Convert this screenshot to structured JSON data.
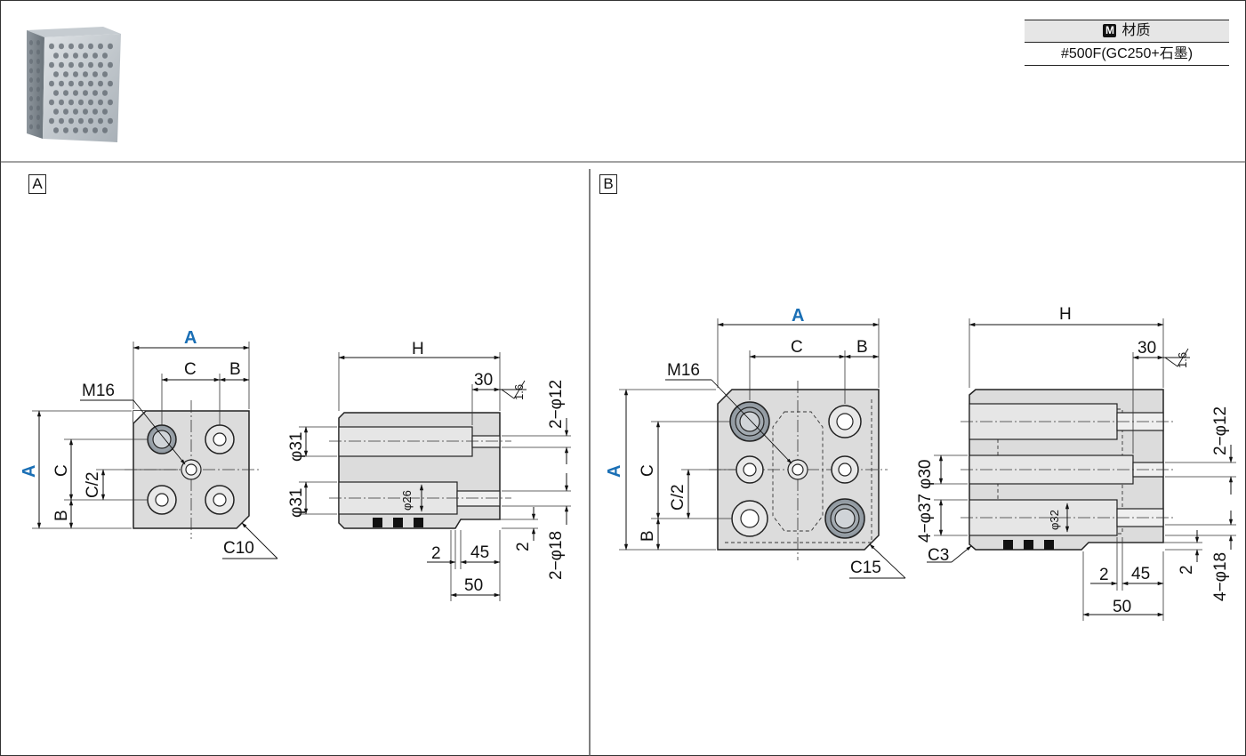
{
  "material": {
    "badge": "M",
    "header": "材质",
    "value": "#500F(GC250+石墨)"
  },
  "panelA": {
    "label": "A",
    "front": {
      "A": "A",
      "B": "B",
      "C": "C",
      "C2": "C/2",
      "thread": "M16",
      "chamfer": "C10"
    },
    "side": {
      "H": "H",
      "d31a": "φ31",
      "d31b": "φ31",
      "d26": "φ26",
      "d12": "2−φ12",
      "d18": "2−φ18",
      "v30": "30",
      "v2": "2",
      "v45": "45",
      "v50": "50",
      "v2b": "2",
      "rough": "1.6"
    }
  },
  "panelB": {
    "label": "B",
    "front": {
      "A": "A",
      "B": "B",
      "C": "C",
      "C2": "C/2",
      "thread": "M16",
      "chamfer": "C15"
    },
    "side": {
      "H": "H",
      "d30": "φ30",
      "d37": "4−φ37",
      "d32": "φ32",
      "d12": "2−φ12",
      "d18": "4−φ18",
      "v30": "30",
      "v2": "2",
      "v45": "45",
      "v50": "50",
      "v2b": "2",
      "c3": "C3",
      "rough": "1.6"
    }
  }
}
